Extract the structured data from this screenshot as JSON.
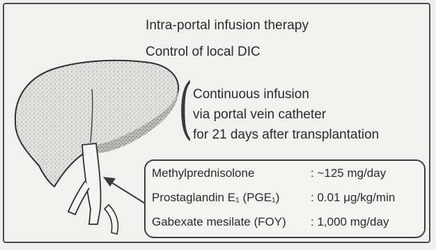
{
  "title": "Intra-portal infusion therapy",
  "subtitle": "Control of local DIC",
  "infusion_lines": [
    "Continuous infusion",
    "via portal vein catheter",
    "for 21 days after transplantation"
  ],
  "drugs": [
    {
      "name": "Methylprednisolone",
      "dose": ": ~125 mg/day"
    },
    {
      "name": "Prostaglandin E₁ (PGE₁)",
      "dose": ": 0.01 μg/kg/min"
    },
    {
      "name": "Gabexate mesilate (FOY)",
      "dose": ": 1,000 mg/day"
    }
  ]
}
